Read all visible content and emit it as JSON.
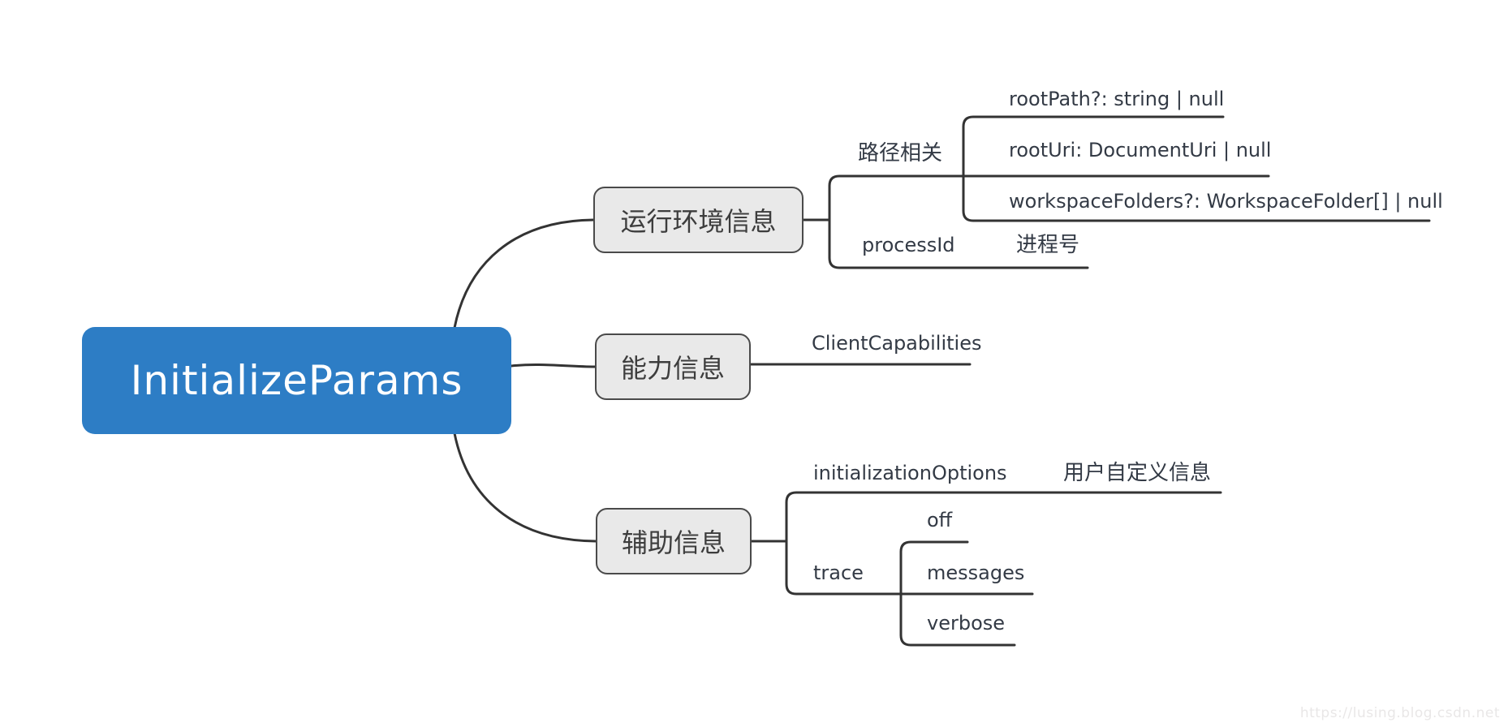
{
  "root": {
    "label": "InitializeParams"
  },
  "branches": {
    "env": {
      "label": "运行环境信息"
    },
    "cap": {
      "label": "能力信息"
    },
    "aux": {
      "label": "辅助信息"
    }
  },
  "nodes": {
    "path_group": "路径相关",
    "root_path": "rootPath?: string | null",
    "root_uri": "rootUri: DocumentUri | null",
    "workspace_folders": "workspaceFolders?: WorkspaceFolder[] | null",
    "process_id": "processId",
    "process_id_note": "进程号",
    "client_capabilities": "ClientCapabilities",
    "initialization_options": "initializationOptions",
    "initialization_options_note": "用户自定义信息",
    "trace": "trace",
    "trace_off": "off",
    "trace_messages": "messages",
    "trace_verbose": "verbose"
  },
  "watermark": "https://lusing.blog.csdn.net",
  "colors": {
    "root_fill": "#2d7dc5",
    "root_text": "#ffffff",
    "branch_fill": "#e9e9e9",
    "branch_border": "#4a4a4a",
    "line": "#333333",
    "leaf_text": "#333a45",
    "watermark_text": "#e9e7e7"
  }
}
